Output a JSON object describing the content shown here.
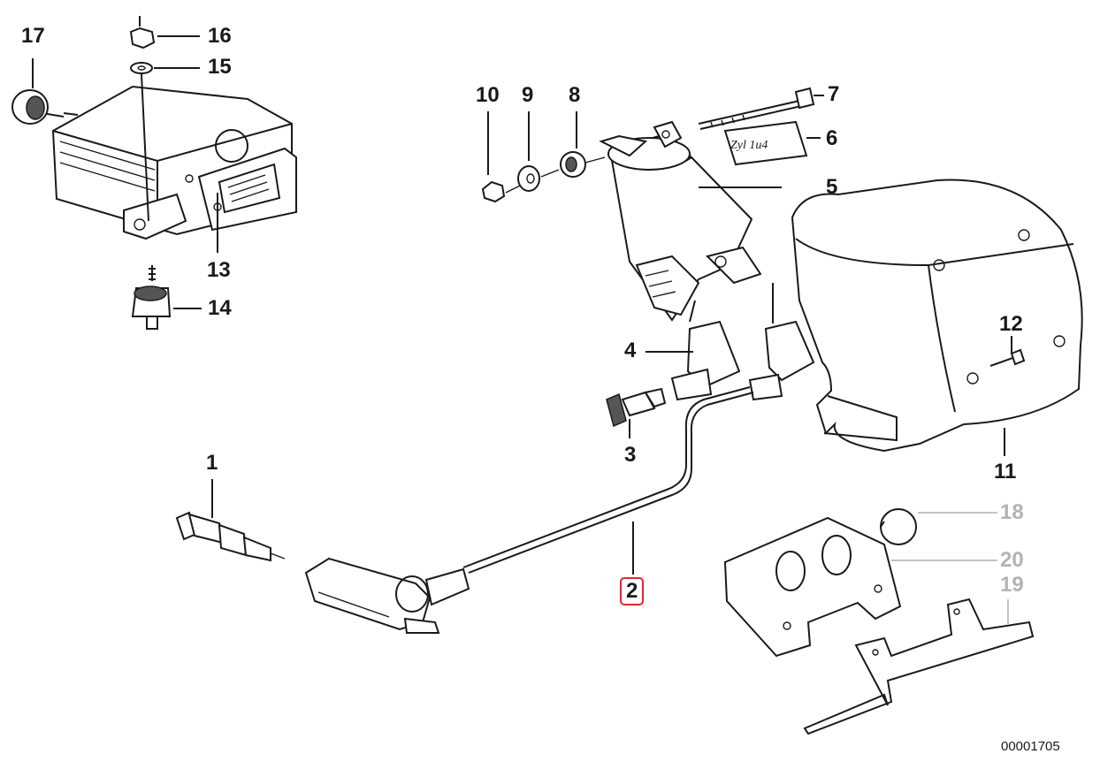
{
  "diagram": {
    "id_label": "00001705",
    "selected_callout": "2",
    "tag_text": "Zyl 1u4",
    "callouts": [
      {
        "number": "1",
        "dimmed": false
      },
      {
        "number": "2",
        "dimmed": false
      },
      {
        "number": "3",
        "dimmed": false
      },
      {
        "number": "4",
        "dimmed": false
      },
      {
        "number": "5",
        "dimmed": false
      },
      {
        "number": "6",
        "dimmed": false
      },
      {
        "number": "7",
        "dimmed": false
      },
      {
        "number": "8",
        "dimmed": false
      },
      {
        "number": "9",
        "dimmed": false
      },
      {
        "number": "10",
        "dimmed": false
      },
      {
        "number": "11",
        "dimmed": false
      },
      {
        "number": "12",
        "dimmed": false
      },
      {
        "number": "13",
        "dimmed": false
      },
      {
        "number": "14",
        "dimmed": false
      },
      {
        "number": "15",
        "dimmed": false
      },
      {
        "number": "16",
        "dimmed": false
      },
      {
        "number": "17",
        "dimmed": false
      },
      {
        "number": "18",
        "dimmed": true
      },
      {
        "number": "19",
        "dimmed": true
      },
      {
        "number": "20",
        "dimmed": true
      }
    ]
  }
}
